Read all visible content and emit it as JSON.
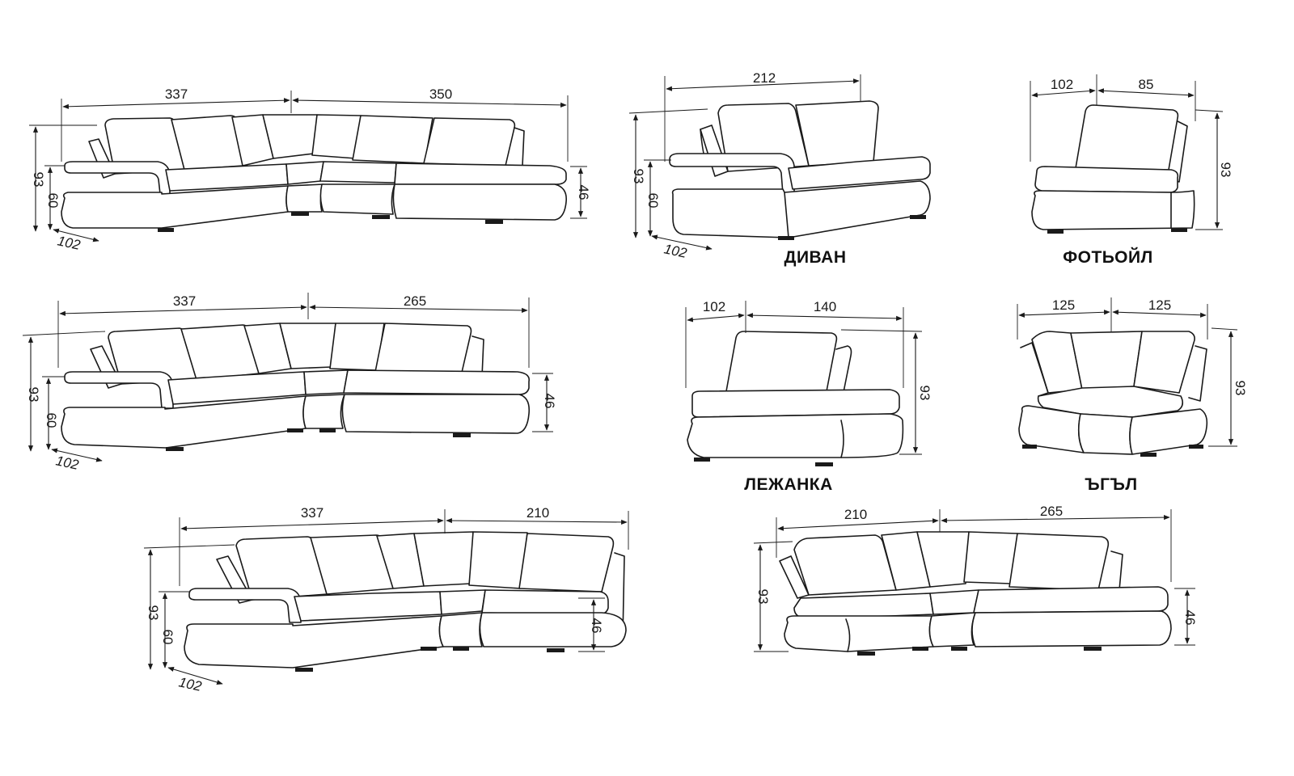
{
  "units_note": "",
  "diagrams": [
    {
      "id": "corner-337-350",
      "labels": {
        "w1": "337",
        "w2": "350",
        "h_total": "93",
        "h_seat": "60",
        "h_side": "46",
        "depth": "102"
      }
    },
    {
      "id": "divan",
      "caption": "ДИВАН",
      "labels": {
        "w": "212",
        "h_total": "93",
        "h_seat": "60",
        "depth": "102"
      }
    },
    {
      "id": "fotoyl",
      "caption": "ФОТЬОЙЛ",
      "labels": {
        "w1": "102",
        "w2": "85",
        "h_total": "93"
      }
    },
    {
      "id": "corner-337-265",
      "labels": {
        "w1": "337",
        "w2": "265",
        "h_total": "93",
        "h_seat": "60",
        "h_side": "46",
        "depth": "102"
      }
    },
    {
      "id": "lezhanka",
      "caption": "ЛЕЖАНКА",
      "labels": {
        "w1": "102",
        "w2": "140",
        "h_total": "93"
      }
    },
    {
      "id": "agal",
      "caption": "ЪГЪЛ",
      "labels": {
        "w1": "125",
        "w2": "125",
        "h_total": "93"
      }
    },
    {
      "id": "corner-337-210",
      "labels": {
        "w1": "337",
        "w2": "210",
        "h_total": "93",
        "h_seat": "60",
        "h_side": "46",
        "depth": "102"
      }
    },
    {
      "id": "corner-210-265",
      "labels": {
        "w1": "210",
        "w2": "265",
        "h_total": "93",
        "h_side": "46"
      }
    }
  ]
}
